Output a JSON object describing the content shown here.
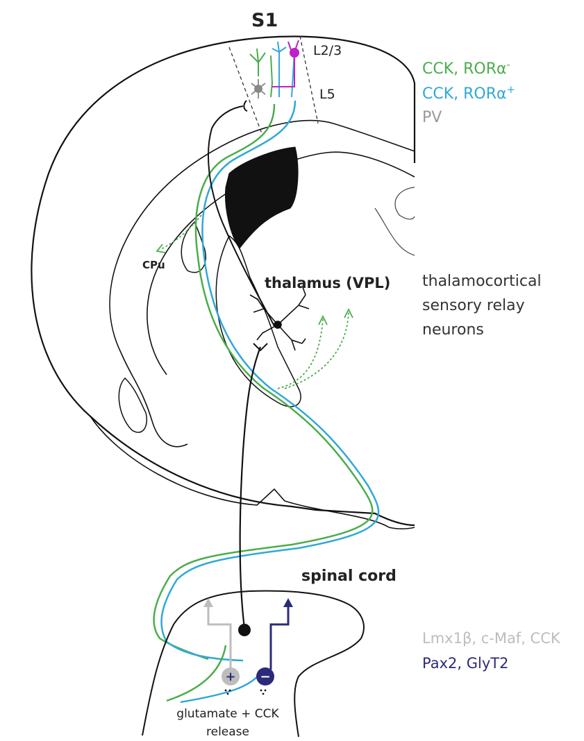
{
  "header": {
    "title": "S1"
  },
  "layers": {
    "upper": "L2/3",
    "lower": "L5"
  },
  "legend": {
    "items": [
      {
        "text": "CCK, RORα",
        "sup": "-",
        "color": "#4aad4a"
      },
      {
        "text": "CCK, RORα",
        "sup": "+",
        "color": "#2fa8d8"
      },
      {
        "text": "PV",
        "sup": "",
        "color": "#999999"
      }
    ]
  },
  "regions": {
    "cpu": "CPu",
    "thalamus": "thalamus (VPL)",
    "spinal_cord": "spinal cord"
  },
  "relay_label": [
    "thalamocortical",
    "sensory relay",
    "neurons"
  ],
  "spinal_legend": {
    "excitatory": {
      "text": "Lmx1β, c-Maf, CCK",
      "color": "#bdbdbd"
    },
    "inhibitory": {
      "text": "Pax2, GlyT2",
      "color": "#2b2b7a"
    }
  },
  "release_label": [
    "glutamate + CCK",
    "release"
  ],
  "colors": {
    "green": "#4aad4a",
    "blue": "#2fa8d8",
    "magenta": "#c020c8",
    "gray": "#888888",
    "navy": "#2b2b7a",
    "black": "#111111"
  },
  "icons": {
    "plus": "+",
    "minus": "−"
  }
}
